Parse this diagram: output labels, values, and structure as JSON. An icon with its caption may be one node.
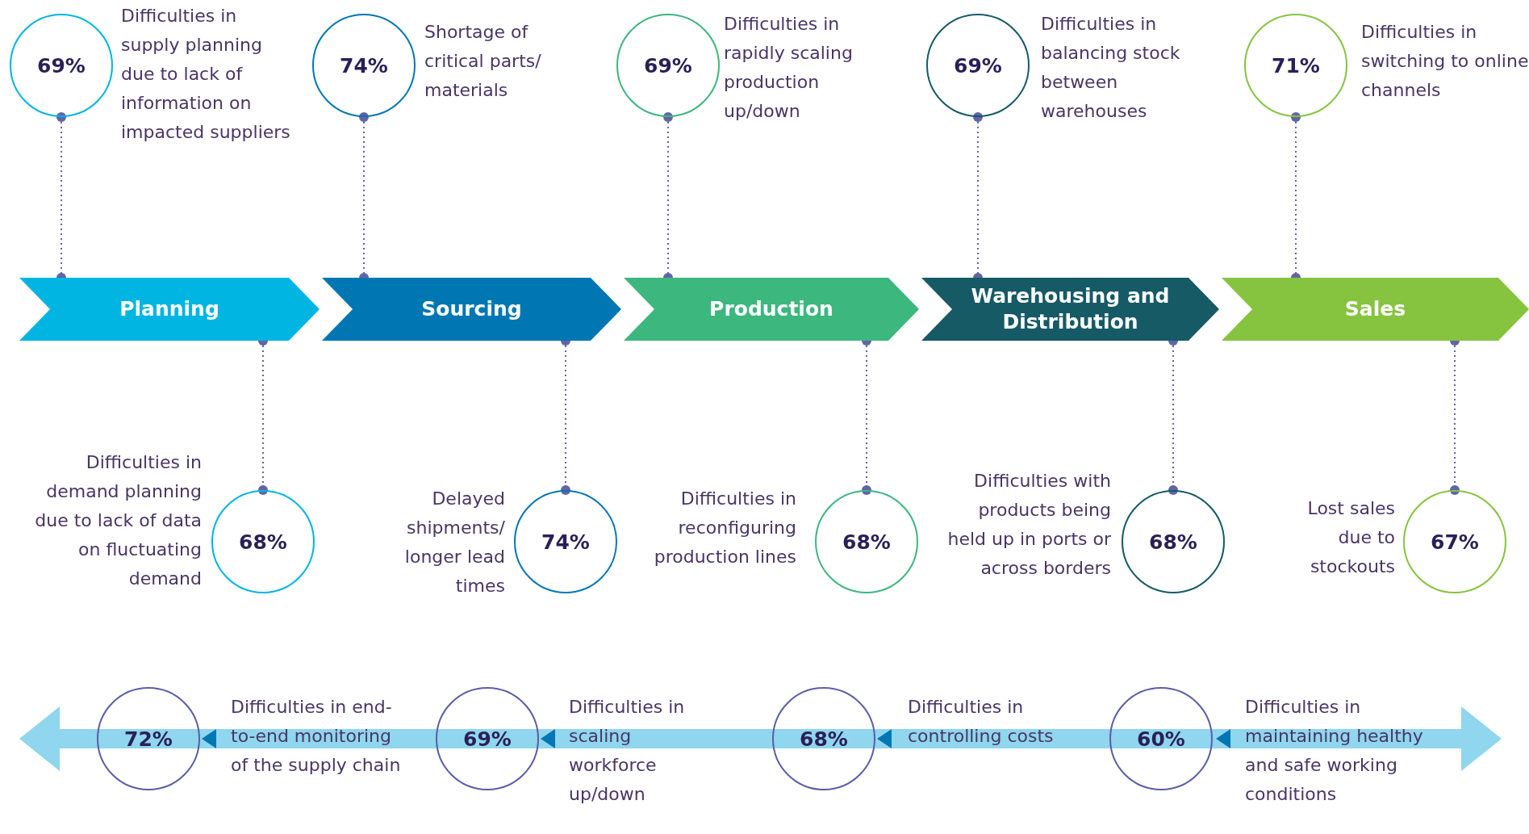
{
  "diagram": {
    "nodes": [
      {
        "text": [
          "69%"
        ],
        "beside": [
          "Difficulties in supply planning due to lack of information on impacted suppliers"
        ]
      },
      {
        "text": [
          "74%"
        ],
        "beside": [
          "Shortage of critical parts/ materials"
        ]
      },
      {
        "text": [
          "69%"
        ],
        "beside": [
          "Difficulties in rapidly scaling production up/down"
        ]
      },
      {
        "text": [
          "69%"
        ],
        "beside": [
          "Difficulties in balancing stock between warehouses"
        ]
      },
      {
        "text": [
          "71%"
        ],
        "beside": [
          "Difficulties in switching to online channels"
        ]
      },
      {
        "text": [
          "Planning"
        ]
      },
      {
        "text": [
          "Sourcing"
        ]
      },
      {
        "text": [
          "Production"
        ]
      },
      {
        "text": [
          "Warehousing and Distribution"
        ]
      },
      {
        "text": [
          "Sales"
        ]
      },
      {
        "text": [
          "68%"
        ],
        "beside": [
          "Difficulties in demand planning due to lack of data on fluctuating demand"
        ]
      },
      {
        "text": [
          "74%"
        ],
        "beside": [
          "Delayed shipments/ longer lead times"
        ]
      },
      {
        "text": [
          "68%"
        ],
        "beside": [
          "Difficulties in reconfiguring production lines"
        ]
      },
      {
        "text": [
          "68%"
        ],
        "beside": [
          "Difficulties with products being held up in ports or across borders"
        ]
      },
      {
        "text": [
          "67%"
        ],
        "beside": [
          "Lost sales due to stockouts"
        ]
      },
      {
        "text": [
          "72%"
        ],
        "beside": [
          "Difficulties in end-to-end monitoring of the supply chain"
        ]
      },
      {
        "text": [
          "69%"
        ],
        "beside": [
          "Difficulties in scaling workforce up/down"
        ]
      },
      {
        "text": [
          "68%"
        ],
        "beside": [
          "Difficulties in controlling costs"
        ]
      },
      {
        "text": [
          "60%"
        ],
        "beside": [
          "Difficulties in maintaining healthy and safe working conditions"
        ]
      }
    ],
    "edges": [
      {
        "from": 0,
        "to": 5,
        "arrow": "other",
        "style": "dashed"
      },
      {
        "from": 1,
        "to": 6,
        "arrow": "other",
        "style": "dashed"
      },
      {
        "from": 2,
        "to": 7,
        "arrow": "other",
        "style": "dashed"
      },
      {
        "from": 3,
        "to": 8,
        "arrow": "other",
        "style": "dashed"
      },
      {
        "from": 4,
        "to": 9,
        "arrow": "other",
        "style": "dashed"
      },
      {
        "from": 5,
        "to": 10,
        "arrow": "other",
        "style": "dashed"
      },
      {
        "from": 6,
        "to": 11,
        "arrow": "other",
        "style": "dashed"
      },
      {
        "from": 7,
        "to": 12,
        "arrow": "other",
        "style": "dashed"
      },
      {
        "from": 8,
        "to": 13,
        "arrow": "other",
        "style": "dashed"
      },
      {
        "from": 9,
        "to": 14,
        "arrow": "other",
        "style": "dashed"
      }
    ]
  }
}
